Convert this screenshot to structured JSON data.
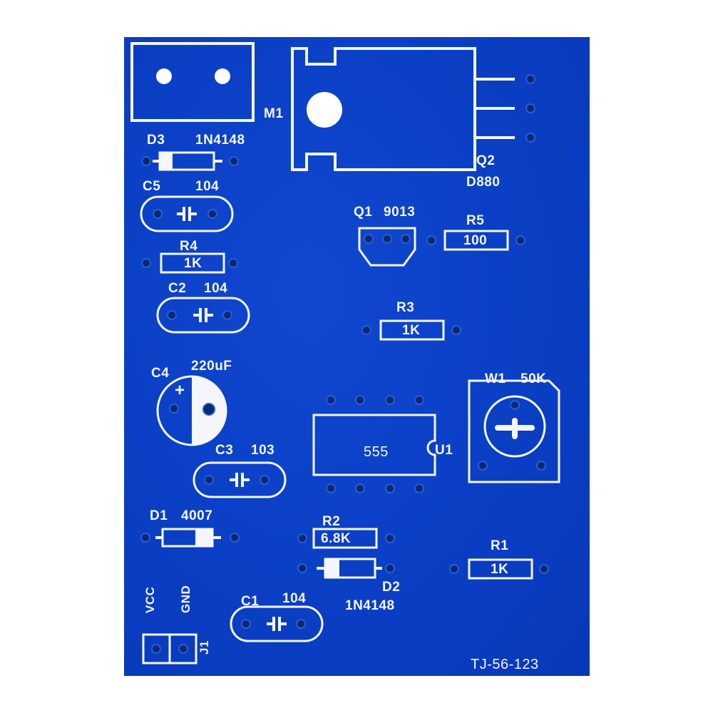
{
  "board": {
    "color": "#0a3fc4",
    "silkscreen_color": "#f4f6fb",
    "part_number": "TJ-56-123"
  },
  "components": {
    "m1": {
      "ref": "M1"
    },
    "q2": {
      "ref": "Q2",
      "value": "D880"
    },
    "d3": {
      "ref": "D3",
      "value": "1N4148"
    },
    "c5": {
      "ref": "C5",
      "value": "104"
    },
    "r4": {
      "ref": "R4",
      "value": "1K"
    },
    "c2": {
      "ref": "C2",
      "value": "104"
    },
    "q1": {
      "ref": "Q1",
      "value": "9013"
    },
    "r5": {
      "ref": "R5",
      "value": "100"
    },
    "r3": {
      "ref": "R3",
      "value": "1K"
    },
    "c4": {
      "ref": "C4",
      "value": "220uF",
      "polarity": "+"
    },
    "w1": {
      "ref": "W1",
      "value": "50K"
    },
    "u1": {
      "ref": "U1",
      "value": "555"
    },
    "c3": {
      "ref": "C3",
      "value": "103"
    },
    "d1": {
      "ref": "D1",
      "value": "4007"
    },
    "r2": {
      "ref": "R2",
      "value": "6.8K"
    },
    "d2": {
      "ref": "D2",
      "value": "1N4148"
    },
    "r1": {
      "ref": "R1",
      "value": "1K"
    },
    "c1": {
      "ref": "C1",
      "value": "104"
    },
    "j1": {
      "ref": "J1",
      "pin1": "VCC",
      "pin2": "GND"
    }
  }
}
